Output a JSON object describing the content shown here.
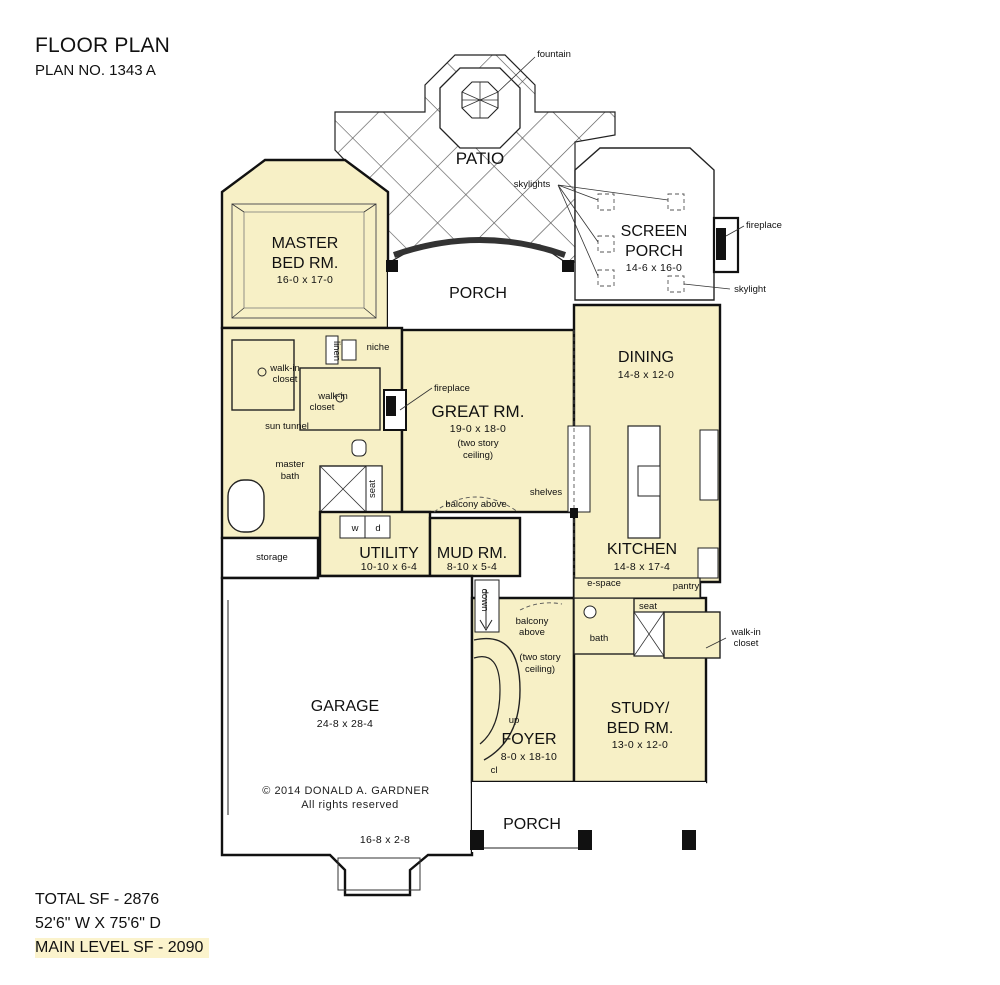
{
  "header": {
    "title": "FLOOR PLAN",
    "plan_no": "PLAN NO. 1343 A"
  },
  "footer": {
    "total_sf": "TOTAL SF - 2876",
    "dimensions": "52'6\" W X 75'6\" D",
    "main_level_sf": "MAIN LEVEL SF - 2090"
  },
  "rooms": {
    "patio": {
      "name": "PATIO"
    },
    "screen_porch": {
      "name_line1": "SCREEN",
      "name_line2": "PORCH",
      "dims": "14-6 x 16-0"
    },
    "master_bed": {
      "name_line1": "MASTER",
      "name_line2": "BED RM.",
      "dims": "16-0 x 17-0"
    },
    "rear_porch": {
      "name": "PORCH"
    },
    "dining": {
      "name": "DINING",
      "dims": "14-8 x 12-0"
    },
    "great_rm": {
      "name": "GREAT RM.",
      "dims": "19-0 x 18-0",
      "note_line1": "(two story",
      "note_line2": "ceiling)"
    },
    "kitchen": {
      "name": "KITCHEN",
      "dims": "14-8 x 17-4"
    },
    "utility": {
      "name": "UTILITY",
      "dims": "10-10 x 6-4"
    },
    "mud_rm": {
      "name": "MUD RM.",
      "dims": "8-10 x 5-4"
    },
    "garage": {
      "name": "GARAGE",
      "dims": "24-8 x 28-4",
      "bay_dims": "16-8 x 2-8"
    },
    "foyer": {
      "name": "FOYER",
      "dims": "8-0 x 18-10",
      "note_line1": "(two story",
      "note_line2": "ceiling)"
    },
    "study": {
      "name_line1": "STUDY/",
      "name_line2": "BED RM.",
      "dims": "13-0 x 12-0"
    },
    "front_porch": {
      "name": "PORCH"
    }
  },
  "labels": {
    "fountain": "fountain",
    "skylights": "skylights",
    "skylight": "skylight",
    "fireplace_porch": "fireplace",
    "fireplace_great": "fireplace",
    "linen": "linen",
    "niche": "niche",
    "walk_in_closet_1_a": "walk-in",
    "walk_in_closet_1_b": "closet",
    "walk_in_closet_2_a": "walk-in",
    "walk_in_closet_2_b": "closet",
    "sun_tunnel": "sun tunnel",
    "master_bath_a": "master",
    "master_bath_b": "bath",
    "seat_bath": "seat",
    "balcony_above_top": "balcony above",
    "shelves": "shelves",
    "w": "w",
    "d": "d",
    "storage": "storage",
    "e_space": "e-space",
    "pantry": "pantry",
    "seat_study": "seat",
    "bath": "bath",
    "walk_in_closet_3_a": "walk-in",
    "walk_in_closet_3_b": "closet",
    "down": "down",
    "balcony_above_a": "balcony",
    "balcony_above_b": "above",
    "up": "up",
    "cl": "cl"
  },
  "copyright": {
    "line1": "© 2014 DONALD A. GARDNER",
    "line2": "All rights reserved"
  },
  "colors": {
    "room_fill": "#f7f0c6",
    "wall": "#111111",
    "highlight": "#fbf3cc"
  }
}
